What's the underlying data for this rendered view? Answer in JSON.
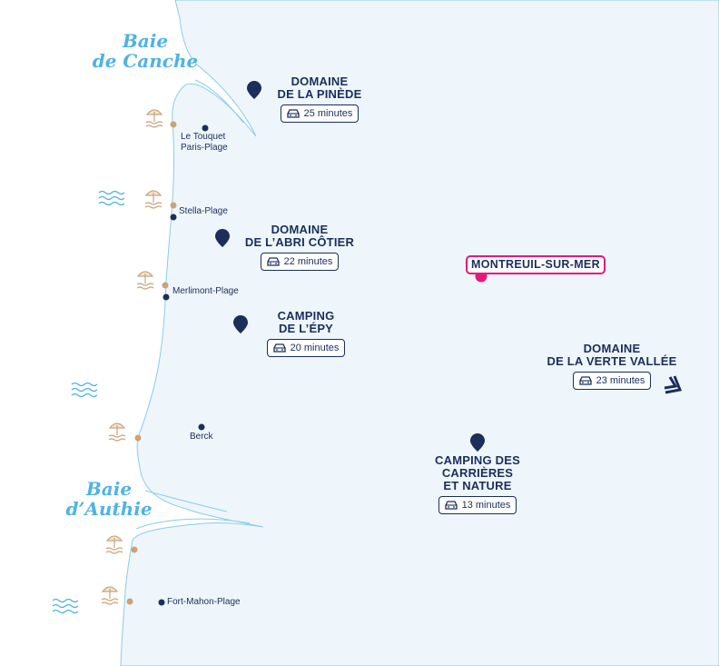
{
  "bays": [
    {
      "line1": "Baie",
      "line2": "de Canche"
    },
    {
      "line1": "Baie",
      "line2": "d’Authie"
    }
  ],
  "destinations": [
    {
      "name1": "DOMAINE",
      "name2": "DE LA PINÈDE",
      "time": "25 minutes"
    },
    {
      "name1": "DOMAINE",
      "name2": "DE L’ABRI CÔTIER",
      "time": "22 minutes"
    },
    {
      "name1": "CAMPING",
      "name2": "DE L’ÉPY",
      "time": "20 minutes"
    },
    {
      "name1": "DOMAINE",
      "name2": "DE LA VERTE VALLÉE",
      "time": "23 minutes"
    },
    {
      "name1": "CAMPING DES",
      "name2": "CARRIÈRES",
      "name3": "ET NATURE",
      "time": "13 minutes"
    }
  ],
  "towns": {
    "le_touquet_1": "Le Touquet",
    "le_touquet_2": "Paris-Plage",
    "stella": "Stella-Plage",
    "merlimont": "Merlimont-Plage",
    "berck": "Berck",
    "fort_mahon": "Fort-Mahon-Plage"
  },
  "main_city": "MONTREUIL-SUR-MER",
  "icons": {
    "beach": "beach-umbrella-icon",
    "waves": "waves-icon",
    "pin": "map-pin-icon",
    "car": "car-icon"
  },
  "colors": {
    "land": "#eef6fb",
    "coast": "#4fb3e3",
    "navy": "#1b2e5c",
    "accent": "#e6197a",
    "beach": "#c9a37a"
  }
}
